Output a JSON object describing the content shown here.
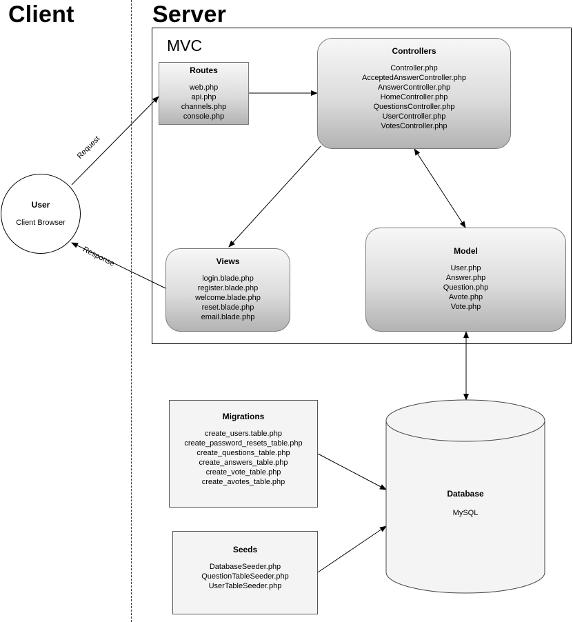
{
  "sections": {
    "client": "Client",
    "server": "Server",
    "mvc": "MVC"
  },
  "user": {
    "title": "User",
    "subtitle": "Client Browser"
  },
  "edges": {
    "request": "Request",
    "response": "Response"
  },
  "routes": {
    "title": "Routes",
    "items": [
      "web.php",
      "api.php",
      "channels.php",
      "console.php"
    ]
  },
  "controllers": {
    "title": "Controllers",
    "items": [
      "Controller.php",
      "AcceptedAnswerController.php",
      "AnswerController.php",
      "HomeController.php",
      "QuestionsController.php",
      "UserController.php",
      "VotesController.php"
    ]
  },
  "views": {
    "title": "Views",
    "items": [
      "login.blade.php",
      "register.blade.php",
      "welcome.blade.php",
      "reset.blade.php",
      "email.blade.php"
    ]
  },
  "model": {
    "title": "Model",
    "items": [
      "User.php",
      "Answer.php",
      "Question.php",
      "Avote.php",
      "Vote.php"
    ]
  },
  "migrations": {
    "title": "Migrations",
    "items": [
      "create_users.table.php",
      "create_password_resets_table.php",
      "create_questions_table.php",
      "create_answers_table.php",
      "create_vote_table.php",
      "create_avotes_table.php"
    ]
  },
  "seeds": {
    "title": "Seeds",
    "items": [
      "DatabaseSeeder.php",
      "QuestionTableSeeder.php",
      "UserTableSeeder.php"
    ]
  },
  "database": {
    "title": "Database",
    "subtitle": "MySQL"
  }
}
